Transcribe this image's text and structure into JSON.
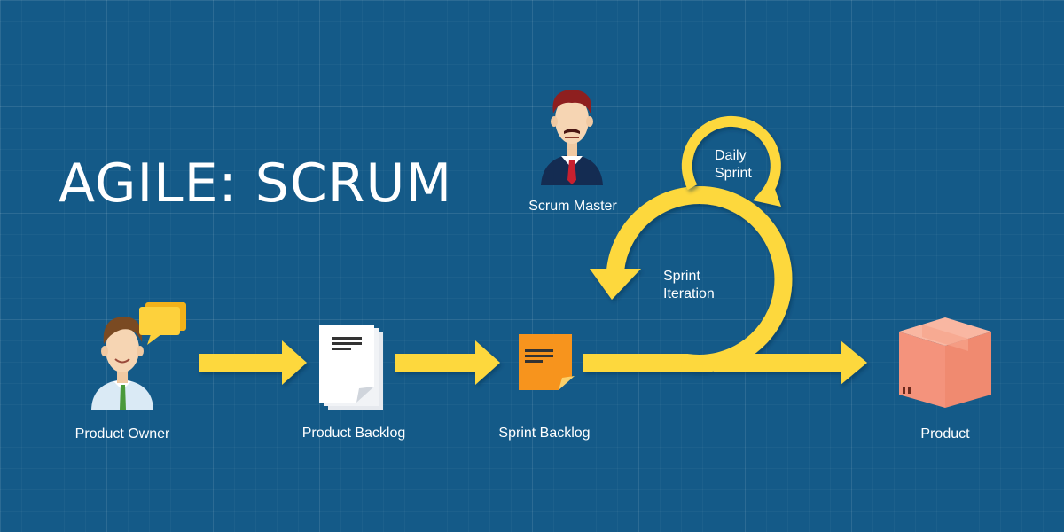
{
  "title": "AGILE: SCRUM",
  "colors": {
    "background": "#145a88",
    "arrow": "#fdd83c",
    "label": "#ffffff",
    "sticky_note": "#f7941d",
    "product_box": "#f4937c"
  },
  "nodes": {
    "product_owner": {
      "label": "Product Owner",
      "icon": "person-speech-bubble-icon"
    },
    "product_backlog": {
      "label": "Product Backlog",
      "icon": "document-stack-icon"
    },
    "sprint_backlog": {
      "label": "Sprint Backlog",
      "icon": "sticky-note-icon"
    },
    "product": {
      "label": "Product",
      "icon": "box-icon"
    },
    "scrum_master": {
      "label": "Scrum Master",
      "icon": "person-tie-icon"
    }
  },
  "loops": {
    "sprint_iteration": {
      "line1": "Sprint",
      "line2": "Iteration"
    },
    "daily_sprint": {
      "line1": "Daily",
      "line2": "Sprint"
    }
  }
}
